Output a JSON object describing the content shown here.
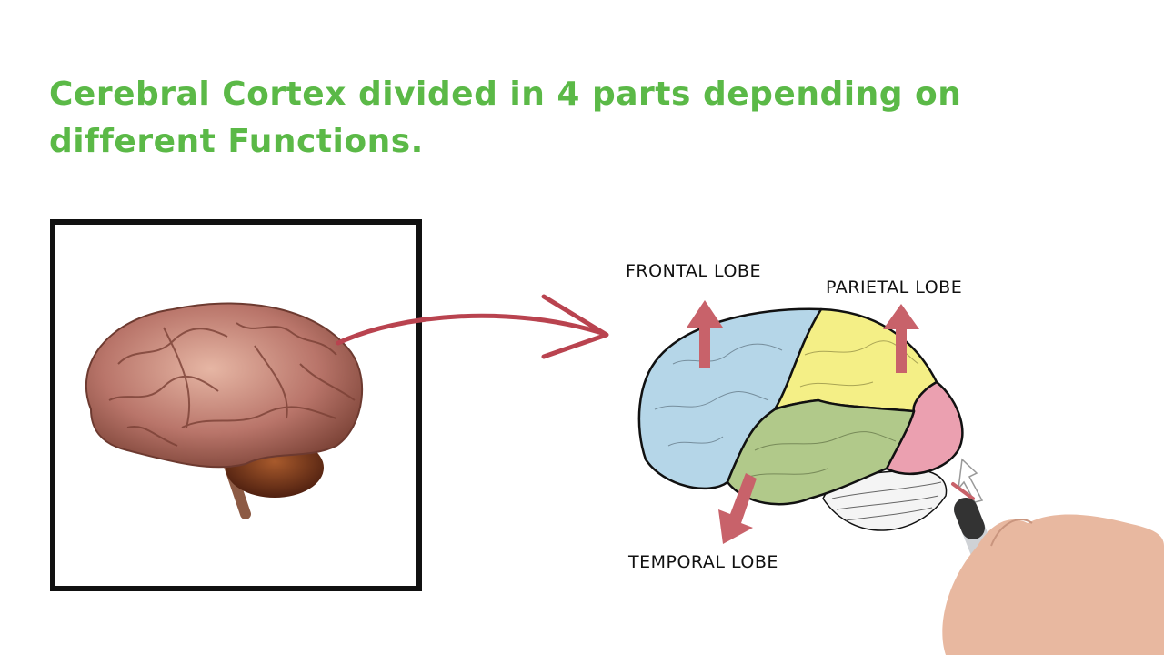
{
  "title": {
    "line1": "Cerebral Cortex  divided in 4 parts depending on",
    "line2": "different Functions.",
    "color": "#5bb947"
  },
  "labels": {
    "frontal": "FRONTAL LOBE",
    "parietal": "PARIETAL LOBE",
    "temporal": "TEMPORAL LOBE"
  },
  "colors": {
    "frontal": "#b5d6e8",
    "parietal": "#f4ef86",
    "temporal": "#b1c98a",
    "occipital": "#eba0b0",
    "arrow": "#c8626a",
    "brain": "#b9756a"
  }
}
